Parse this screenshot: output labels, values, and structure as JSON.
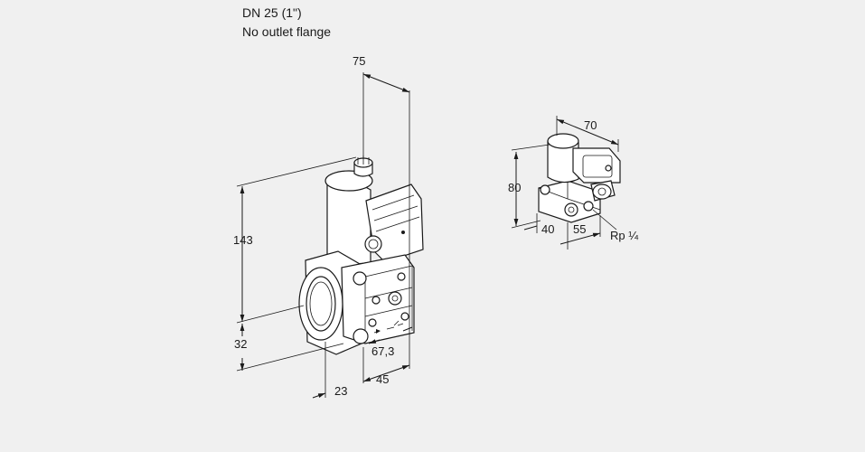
{
  "header": {
    "line1": "DN 25 (1\")",
    "line2": "No outlet flange"
  },
  "main_view": {
    "dim_height": "143",
    "dim_width_top": "75",
    "dim_lower": "32",
    "dim_23": "23",
    "dim_45": "45",
    "dim_67": "67,3"
  },
  "detail_view": {
    "dim_70": "70",
    "dim_80": "80",
    "dim_40": "40",
    "dim_55": "55",
    "thread": "Rp ¼"
  }
}
